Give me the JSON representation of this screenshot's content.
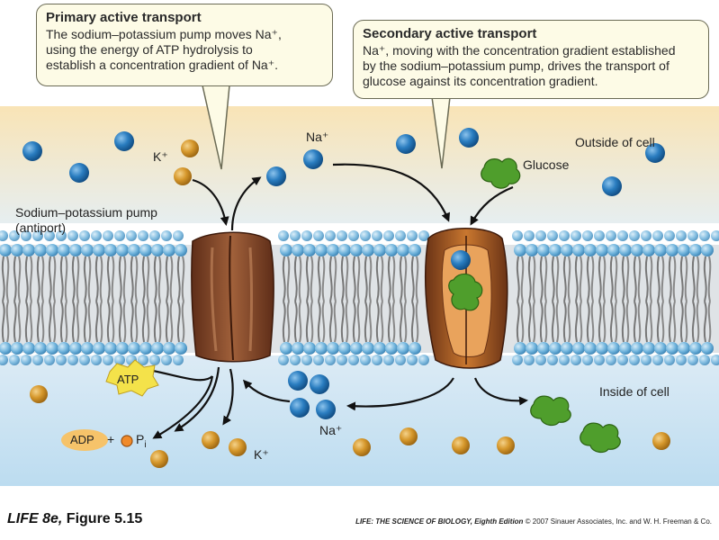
{
  "callout_primary": {
    "title": "Primary active transport",
    "line1": "The sodium–potassium pump moves Na⁺,",
    "line2": "using the energy of ATP hydrolysis to",
    "line3": "establish a concentration gradient of Na⁺."
  },
  "callout_secondary": {
    "title": "Secondary active transport",
    "line1": "Na⁺, moving with the concentration gradient established",
    "line2": "by the sodium–potassium pump, drives the transport of",
    "line3": "glucose against its concentration gradient."
  },
  "labels": {
    "k_top": "K⁺",
    "na_top": "Na⁺",
    "glucose": "Glucose",
    "outside": "Outside of cell",
    "inside": "Inside of cell",
    "pump_line1": "Sodium–potassium pump",
    "pump_line2": "(antiport)",
    "atp": "ATP",
    "adp": "ADP",
    "plus": "+",
    "pi": "P",
    "pi_sub": "i",
    "k_bottom": "K⁺",
    "na_bottom": "Na⁺"
  },
  "footer": {
    "left_title": "LIFE 8e,",
    "left_fig": " Figure 5.15",
    "right_book": "LIFE: THE SCIENCE OF BIOLOGY, Eighth Edition",
    "right_rest": " © 2007 Sinauer Associates, Inc. and W. H. Freeman & Co."
  },
  "colors": {
    "outside_top": "#f7dfb0",
    "inside_bg": "#cfe6f5",
    "sodium": "#1d6aa8",
    "potassium": "#c98a1e",
    "glucose": "#4c9a2a",
    "pump": "#8a4a2a",
    "symporter": "#b0642e",
    "atp": "#f5e040"
  }
}
